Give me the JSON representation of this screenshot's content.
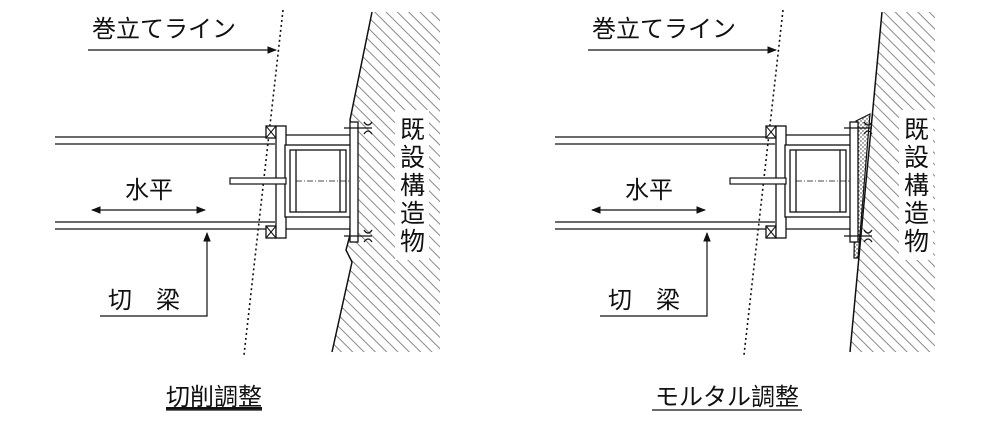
{
  "colors": {
    "ink": "#111111",
    "background": "#ffffff",
    "hatch": "#8a8a8a"
  },
  "panels": [
    {
      "id": "cutting",
      "winding_line_label": "巻立てライン",
      "horizontal_label": "水平",
      "beam_label": "切　梁",
      "structure_label": [
        "既",
        "設",
        "構",
        "造",
        "物"
      ],
      "caption": "切削調整"
    },
    {
      "id": "mortar",
      "winding_line_label": "巻立てライン",
      "horizontal_label": "水平",
      "beam_label": "切　梁",
      "structure_label": [
        "既",
        "設",
        "構",
        "造",
        "物"
      ],
      "caption": "モルタル調整"
    }
  ]
}
